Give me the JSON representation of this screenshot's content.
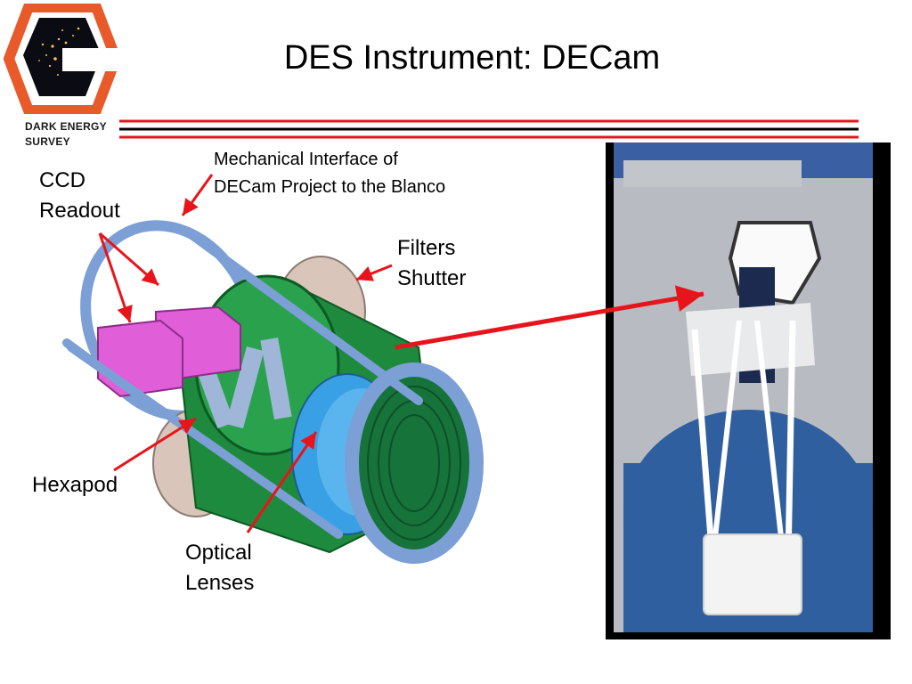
{
  "slide": {
    "title": "DES Instrument: DECam",
    "brand_line1": "DARK ENERGY",
    "brand_line2": "SURVEY"
  },
  "labels": {
    "ccd_line1": "CCD",
    "ccd_line2": "Readout",
    "mech_line1": "Mechanical Interface of",
    "mech_line2": "DECam Project to the Blanco",
    "filters": "Filters",
    "shutter": "Shutter",
    "hexapod": "Hexapod",
    "optical": "Optical",
    "lenses": "Lenses"
  },
  "colors": {
    "accent_red": "#e8141b",
    "logo_orange": "#e85a2a",
    "camera_blue": "#7c9fd6",
    "camera_green": "#1e8a3e",
    "readout_magenta": "#e05fd8",
    "lens_blue": "#3aa0e6",
    "dome_blue": "#2f5f9e"
  }
}
